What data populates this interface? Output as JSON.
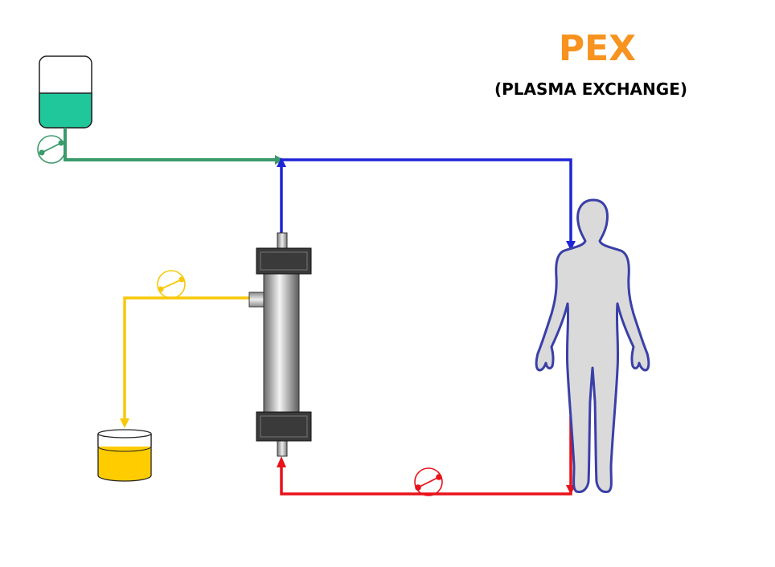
{
  "title": "PEX",
  "subtitle": "(PLASMA EXCHANGE)",
  "colors": {
    "title": "#F7931E",
    "replacement_line": "#3A9A6A",
    "replacement_fluid": "#1FC79B",
    "return_line": "#1F24D6",
    "waste_line": "#F7C90A",
    "waste_fluid": "#FFCC00",
    "blood_out_line": "#E8121A",
    "patient_fill": "#DADADA",
    "patient_outline": "#3A3FA8",
    "filter_cap": "#3A3A3A"
  },
  "components": {
    "replacement_bag": "replacement-fluid-bag",
    "filter": "plasma-filter",
    "waste_container": "waste-plasma-container",
    "patient": "patient-figure",
    "pumps": [
      "replacement-pump-icon",
      "plasma-pump-icon",
      "blood-pump-icon"
    ]
  }
}
